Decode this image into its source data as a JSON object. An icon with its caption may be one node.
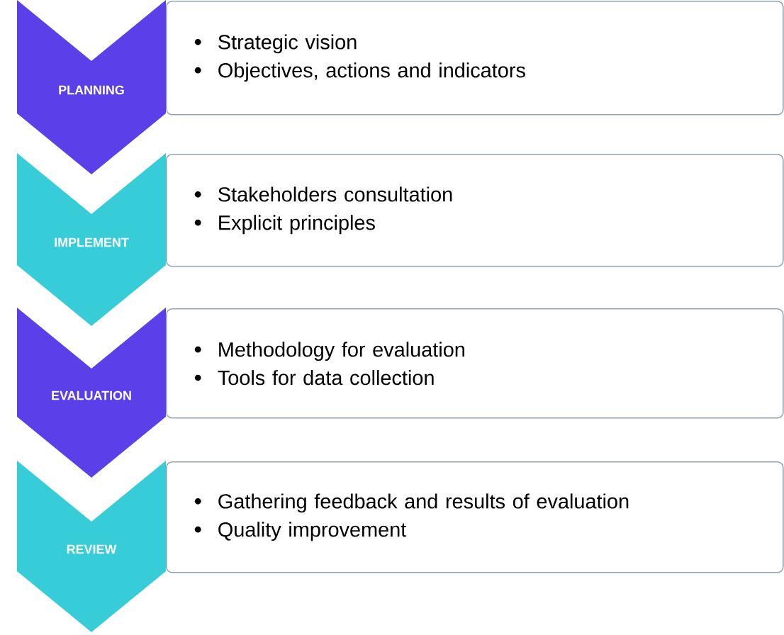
{
  "diagram": {
    "nodes": [
      {
        "text": [
          "PLANNING"
        ]
      },
      {
        "text": [
          "Strategic vision",
          "Objectives, actions and indicators"
        ]
      },
      {
        "text": [
          "IMPLEMENT"
        ]
      },
      {
        "text": [
          "Stakeholders consultation",
          "Explicit principles"
        ]
      },
      {
        "text": [
          "EVALUATION"
        ]
      },
      {
        "text": [
          "Methodology for evaluation",
          "Tools for data collection"
        ]
      },
      {
        "text": [
          "REVIEW"
        ]
      },
      {
        "text": [
          "Gathering feedback and results of evaluation",
          "Quality improvement"
        ]
      }
    ]
  }
}
